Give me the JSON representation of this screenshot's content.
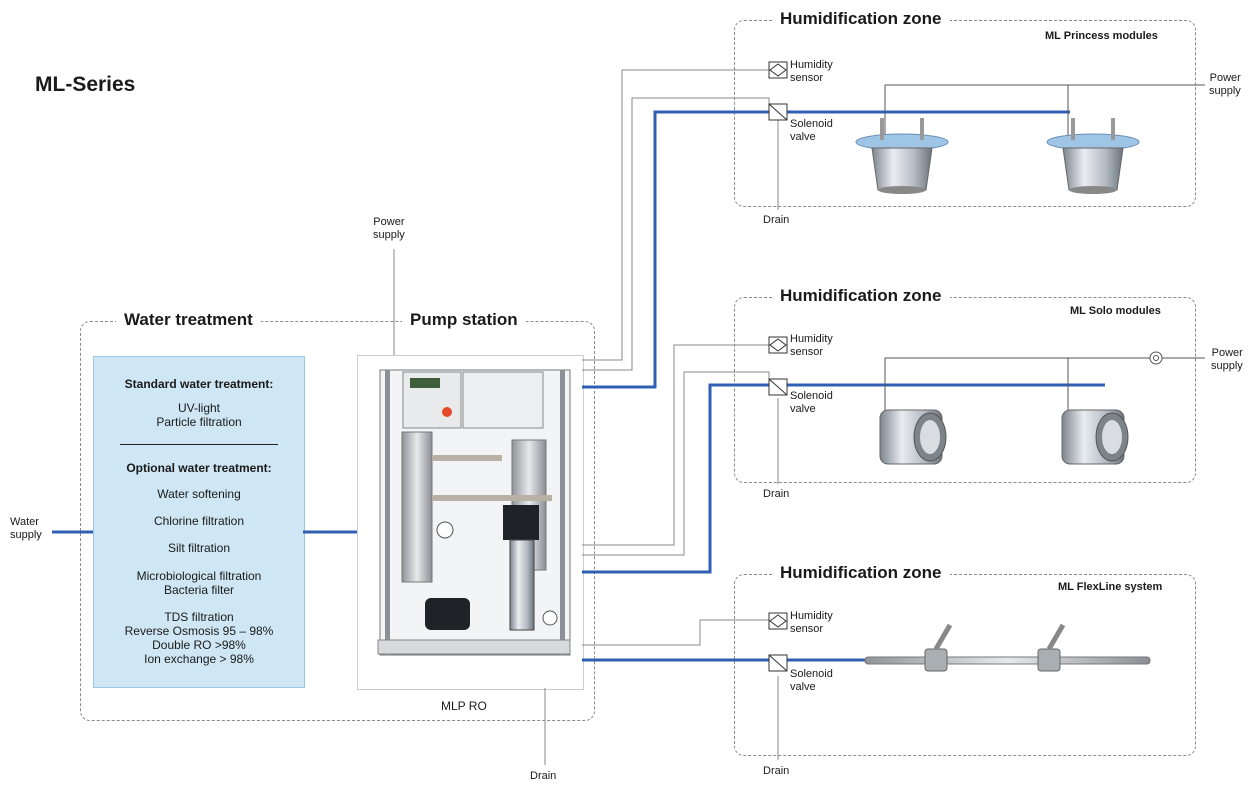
{
  "page": {
    "series_title": "ML-Series"
  },
  "water_treatment": {
    "title": "Water treatment",
    "standard_heading": "Standard water treatment:",
    "standard_items": [
      "UV-light",
      "Particle filtration"
    ],
    "optional_heading": "Optional water treatment:",
    "optional_items": [
      "Water softening",
      "Chlorine filtration",
      "Silt filtration",
      "Microbiological filtration",
      "Bacteria filter",
      "TDS filtration",
      "Reverse Osmosis 95 – 98%",
      "Double RO >98%",
      "Ion exchange > 98%"
    ]
  },
  "pump_station": {
    "title": "Pump station",
    "unit_label": "MLP RO",
    "power_label": [
      "Power",
      "supply"
    ],
    "drain_label": "Drain"
  },
  "inputs": {
    "water_supply": [
      "Water",
      "supply"
    ]
  },
  "zones": [
    {
      "title": "Humidification zone",
      "module": "ML Princess modules",
      "sensor": [
        "Humidity",
        "sensor"
      ],
      "valve": [
        "Solenoid",
        "valve"
      ],
      "drain": "Drain",
      "power": [
        "Power",
        "supply"
      ]
    },
    {
      "title": "Humidification zone",
      "module": "ML Solo modules",
      "sensor": [
        "Humidity",
        "sensor"
      ],
      "valve": [
        "Solenoid",
        "valve"
      ],
      "drain": "Drain",
      "power": [
        "Power",
        "supply"
      ]
    },
    {
      "title": "Humidification zone",
      "module": "ML FlexLine system",
      "sensor": [
        "Humidity",
        "sensor"
      ],
      "valve": [
        "Solenoid",
        "valve"
      ],
      "drain": "Drain"
    }
  ],
  "colors": {
    "water_pipe": "#2f5fb3",
    "signal_line": "#8a8a8a",
    "panel_fill": "#cfe6f4"
  }
}
